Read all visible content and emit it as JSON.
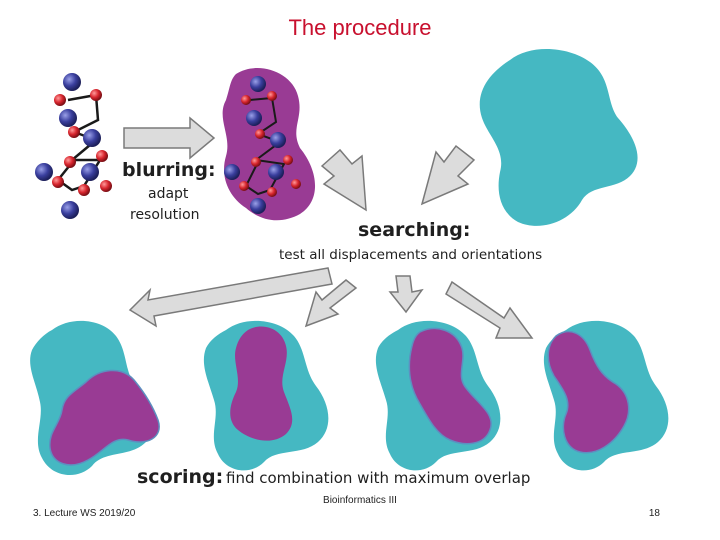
{
  "title": "The procedure",
  "labels": {
    "blurring": "blurring:",
    "adapt": "adapt",
    "resolution": "resolution",
    "searching": "searching:",
    "searching_desc": "test all displacements and orientations",
    "scoring": "scoring:",
    "scoring_desc": "find combination with maximum overlap"
  },
  "colors": {
    "title": "#c8102e",
    "teal": "#45b8c2",
    "purple": "#993b94",
    "bead_blue": "#3a3f9e",
    "bead_red": "#d8262e",
    "arrow_fill": "#dcdcdc",
    "arrow_stroke": "#7a7a7a"
  },
  "footer": {
    "left": "3. Lecture WS 2019/20",
    "center": "Bioinformatics III",
    "page": "18"
  }
}
